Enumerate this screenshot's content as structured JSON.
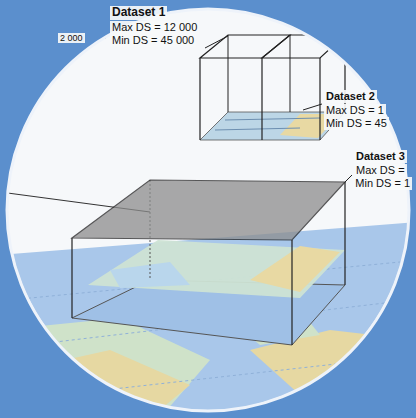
{
  "diagram": {
    "labels": [
      "Dataset 1",
      "Max DS = 12 000",
      "Min DS = 45 000",
      "2 000",
      "Dataset 2",
      "Max DS = 1",
      "Min DS = 45",
      "Dataset 3",
      "Max DS =",
      "Min DS = 1"
    ]
  }
}
